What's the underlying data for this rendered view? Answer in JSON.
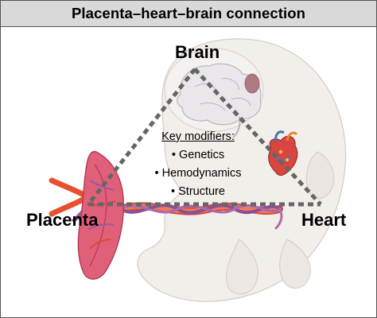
{
  "header": {
    "title": "Placenta–heart–brain connection"
  },
  "nodes": {
    "brain": "Brain",
    "placenta": "Placenta",
    "heart": "Heart"
  },
  "modifiers": {
    "title": "Key modifiers:",
    "items": [
      "Genetics",
      "Hemodynamics",
      "Structure"
    ]
  },
  "colors": {
    "header_bg": "#d9d9d9",
    "dotted_line": "#666666",
    "placenta": "#e0607a",
    "umbilical_artery": "#e8502e",
    "umbilical_vein": "#9a5aa0",
    "fetus_skin": "#f0ece8"
  },
  "icons": [
    "fetus-illustration",
    "brain-icon",
    "heart-icon",
    "placenta-icon",
    "umbilical-cord-icon"
  ]
}
